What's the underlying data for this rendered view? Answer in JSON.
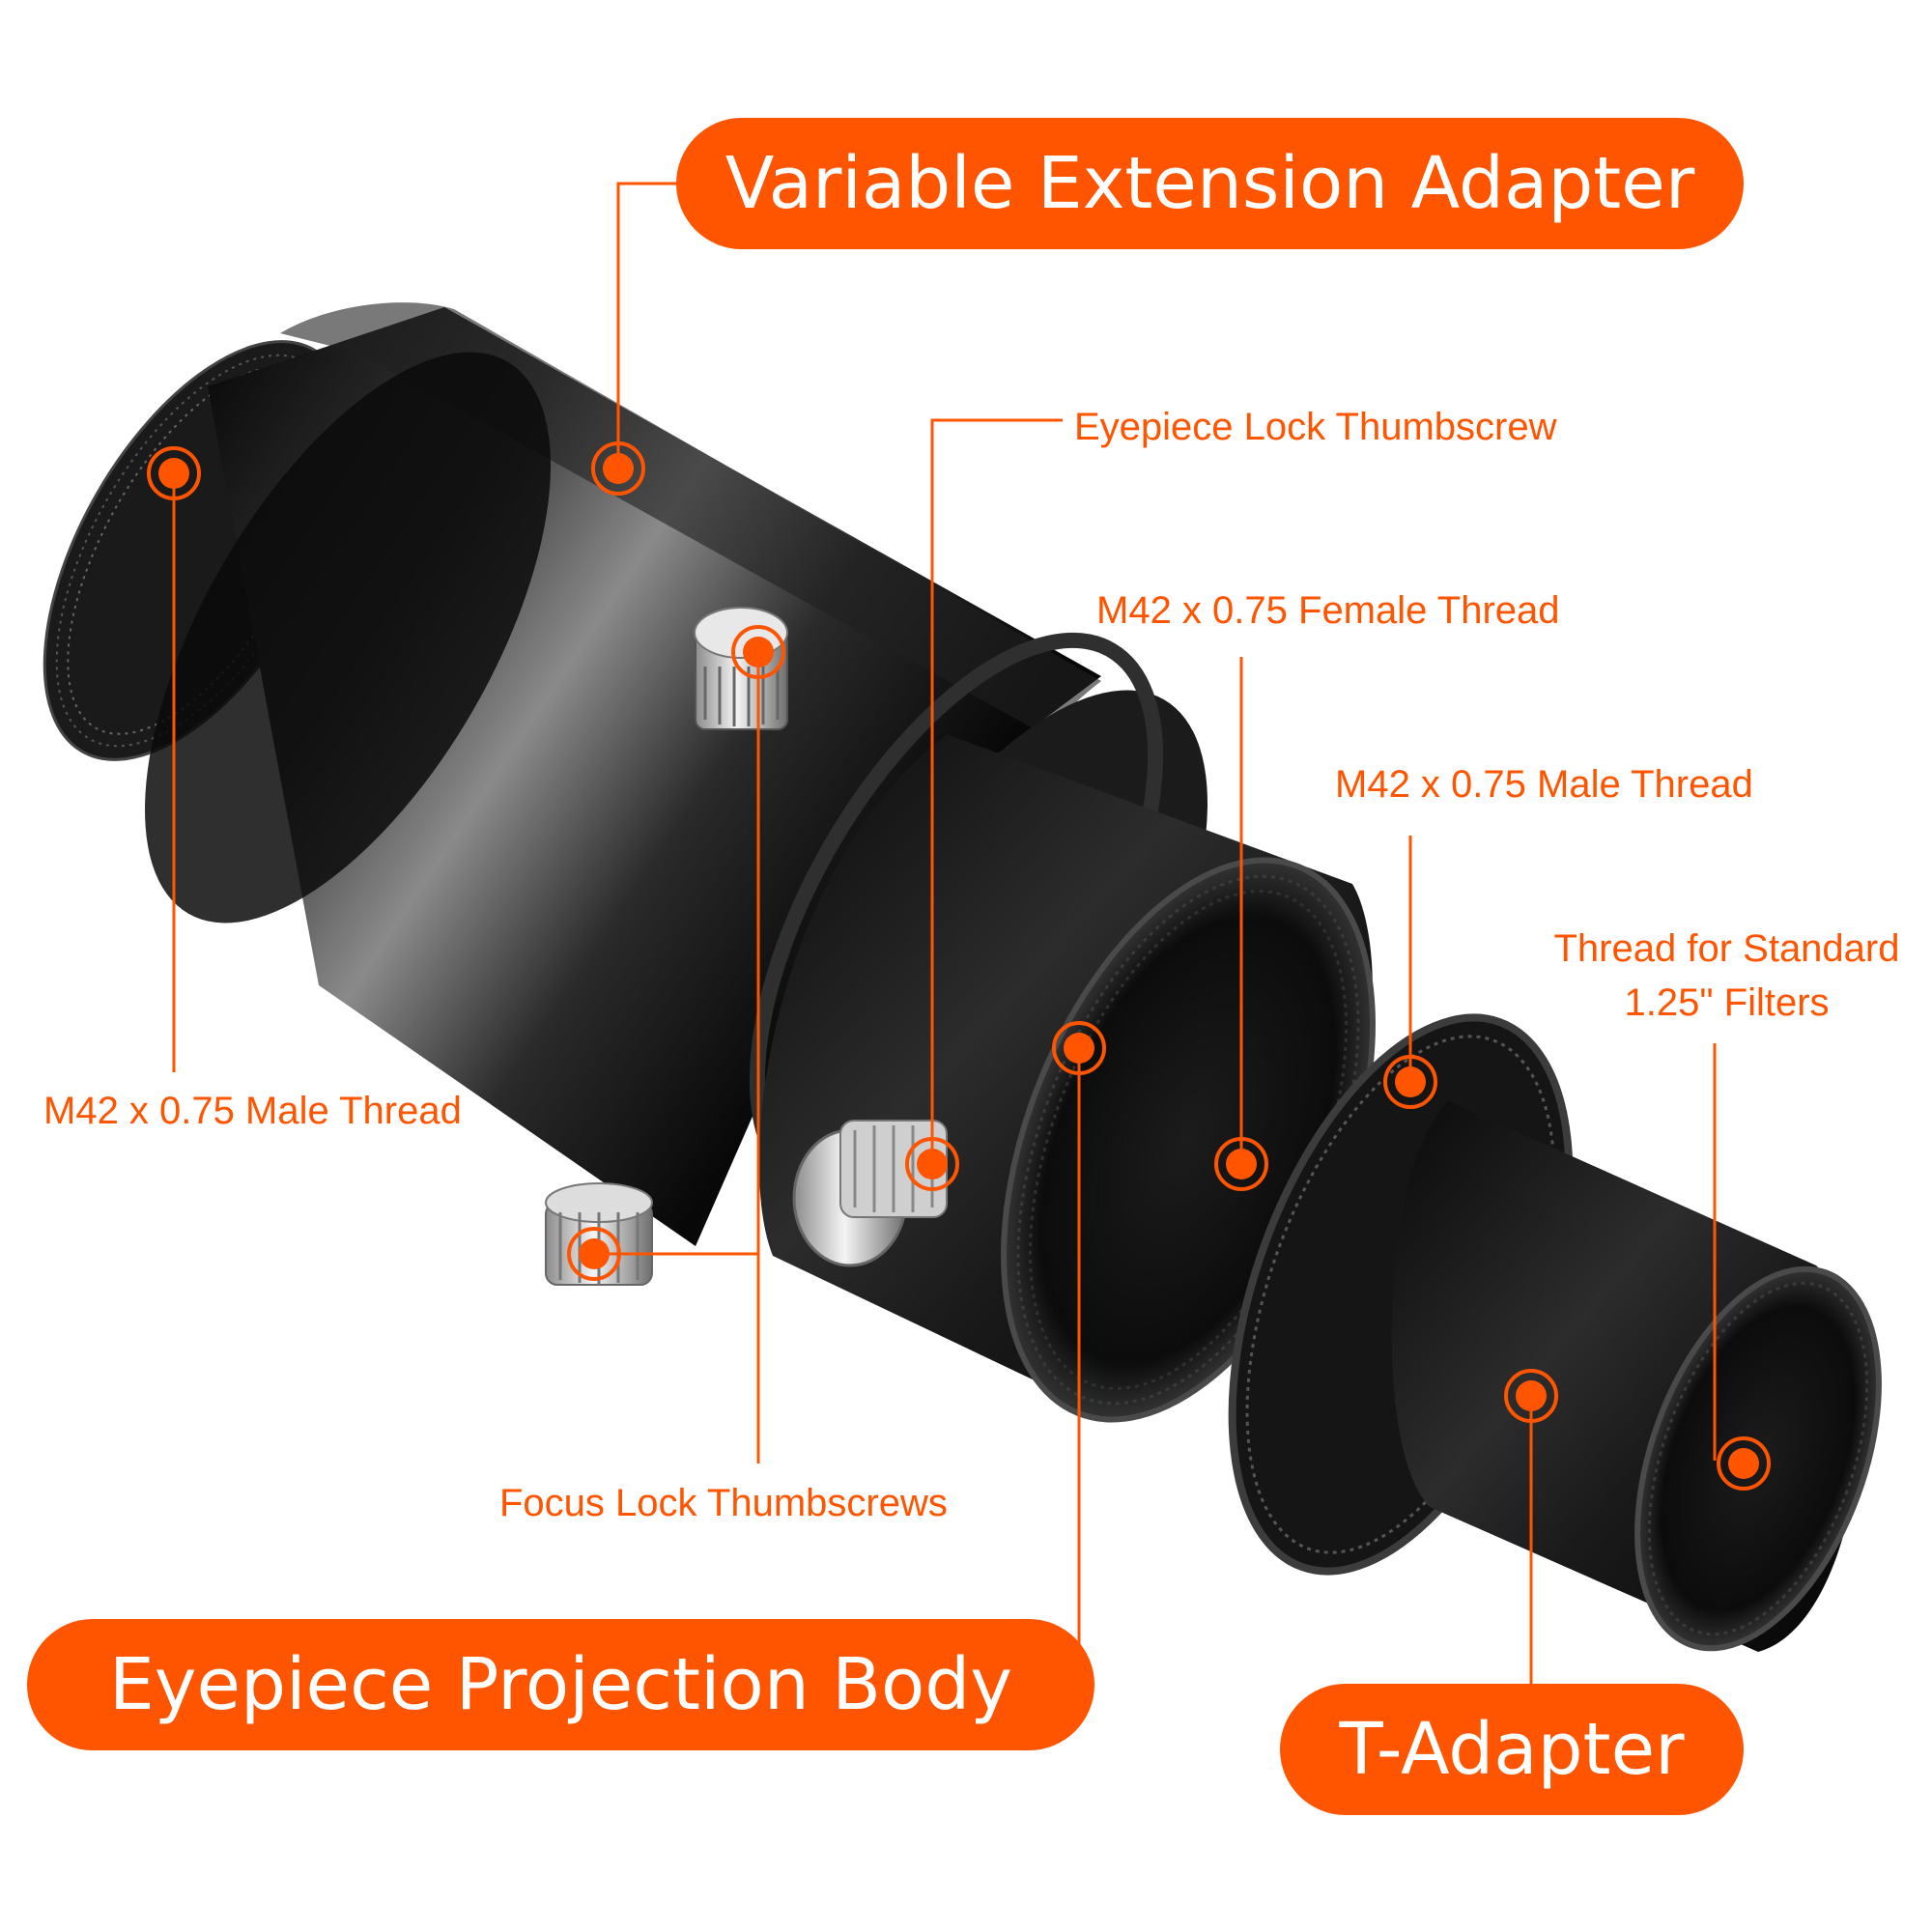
{
  "titles": {
    "variable_extension": "Variable Extension Adapter",
    "projection_body": "Eyepiece Projection Body",
    "t_adapter": "T-Adapter"
  },
  "labels": {
    "eyepiece_lock": "Eyepiece Lock Thumbscrew",
    "female_thread": "M42 x 0.75 Female Thread",
    "male_thread_right": "M42 x 0.75 Male Thread",
    "filter_thread_line1": "Thread for Standard",
    "filter_thread_line2": "1.25\" Filters",
    "male_thread_left": "M42 x 0.75 Male Thread",
    "focus_lock": "Focus Lock Thumbscrews"
  },
  "colors": {
    "accent": "#ff5500",
    "product": "#111111",
    "background": "#ffffff"
  }
}
